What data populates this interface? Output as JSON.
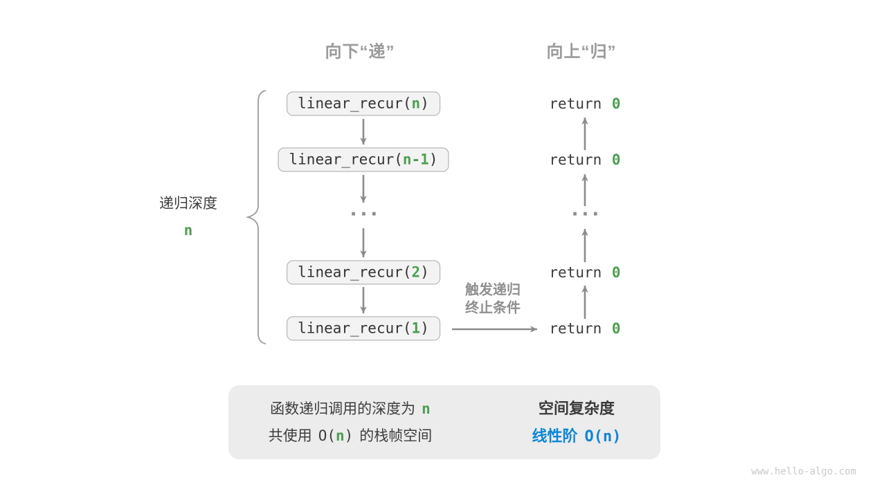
{
  "headers": {
    "down": "向下“递”",
    "up": "向上“归”"
  },
  "depth_label": {
    "text": "递归深度",
    "value": "n"
  },
  "call_stack": {
    "calls": [
      {
        "prefix": "linear_recur(",
        "arg": "n",
        "suffix": ")"
      },
      {
        "prefix": "linear_recur(",
        "arg": "n-1",
        "suffix": ")"
      },
      {
        "prefix": "linear_recur(",
        "arg": "2",
        "suffix": ")"
      },
      {
        "prefix": "linear_recur(",
        "arg": "1",
        "suffix": ")"
      }
    ],
    "ellipsis": "···"
  },
  "returns": {
    "items": [
      {
        "keyword": "return",
        "value": "0"
      },
      {
        "keyword": "return",
        "value": "0"
      },
      {
        "keyword": "return",
        "value": "0"
      },
      {
        "keyword": "return",
        "value": "0"
      }
    ],
    "ellipsis": "···"
  },
  "base_case_label": {
    "line1": "触发递归",
    "line2": "终止条件"
  },
  "summary": {
    "left_line1_text": "函数递归调用的深度为",
    "left_line1_value": "n",
    "left_line2_pre": "共使用",
    "left_line2_code_open": "O(",
    "left_line2_code_arg": "n",
    "left_line2_code_close": ")",
    "left_line2_post": "的栈帧空间",
    "right_title": "空间复杂度",
    "right_value_label": "线性阶",
    "right_value_code": "O(n)"
  },
  "watermark": "www.hello-algo.com",
  "colors": {
    "accent_green": "#4c9e51",
    "accent_blue": "#0e86d5",
    "arrow_gray": "#8b8b8b",
    "box_fill": "#f3f3f3",
    "box_border": "#a9a9a9",
    "summary_fill": "#ececec",
    "header_gray": "#9a9a9a"
  }
}
